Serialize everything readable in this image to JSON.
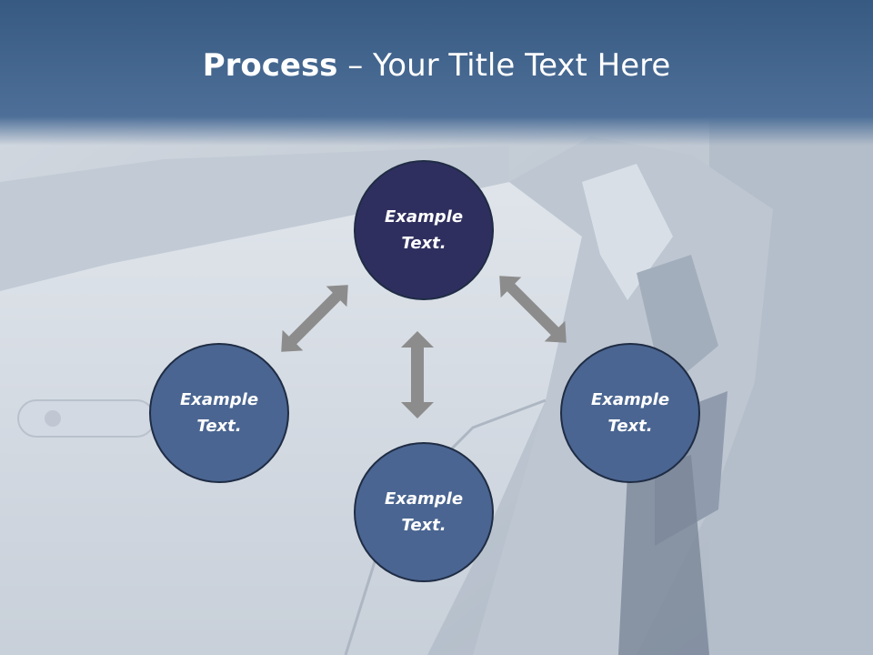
{
  "slide": {
    "title_bold": "Process",
    "title_rest": " – Your Title Text Here"
  },
  "nodes": [
    {
      "line1": "Example",
      "line2": "Text.",
      "color": "#2f2f5f"
    },
    {
      "line1": "Example",
      "line2": "Text.",
      "color": "#4a6591"
    },
    {
      "line1": "Example",
      "line2": "Text.",
      "color": "#4a6591"
    },
    {
      "line1": "Example",
      "line2": "Text.",
      "color": "#4a6591"
    }
  ],
  "colors": {
    "title_band": "#4c6f98",
    "arrow": "#8c8c8c"
  }
}
